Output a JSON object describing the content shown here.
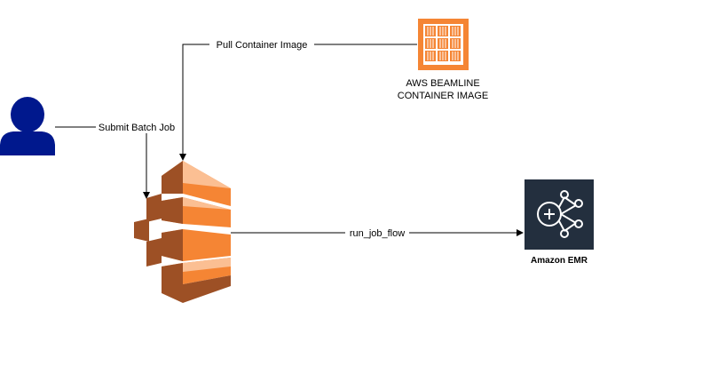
{
  "nodes": {
    "user": {
      "icon": "user-icon"
    },
    "container_image": {
      "icon": "container-image-icon",
      "label_line1": "AWS BEAMLINE",
      "label_line2": "CONTAINER IMAGE"
    },
    "batch": {
      "icon": "aws-batch-icon"
    },
    "emr": {
      "icon": "amazon-emr-icon",
      "label": "Amazon EMR"
    }
  },
  "edges": {
    "submit": {
      "label": "Submit Batch Job"
    },
    "pull": {
      "label": "Pull Container Image"
    },
    "run": {
      "label": "run_job_flow"
    }
  },
  "colors": {
    "user": "#00188d",
    "orange": "#f58534",
    "orange_dark": "#9d5025",
    "orange_light": "#fbbf93",
    "emr_bg": "#232f3e"
  }
}
